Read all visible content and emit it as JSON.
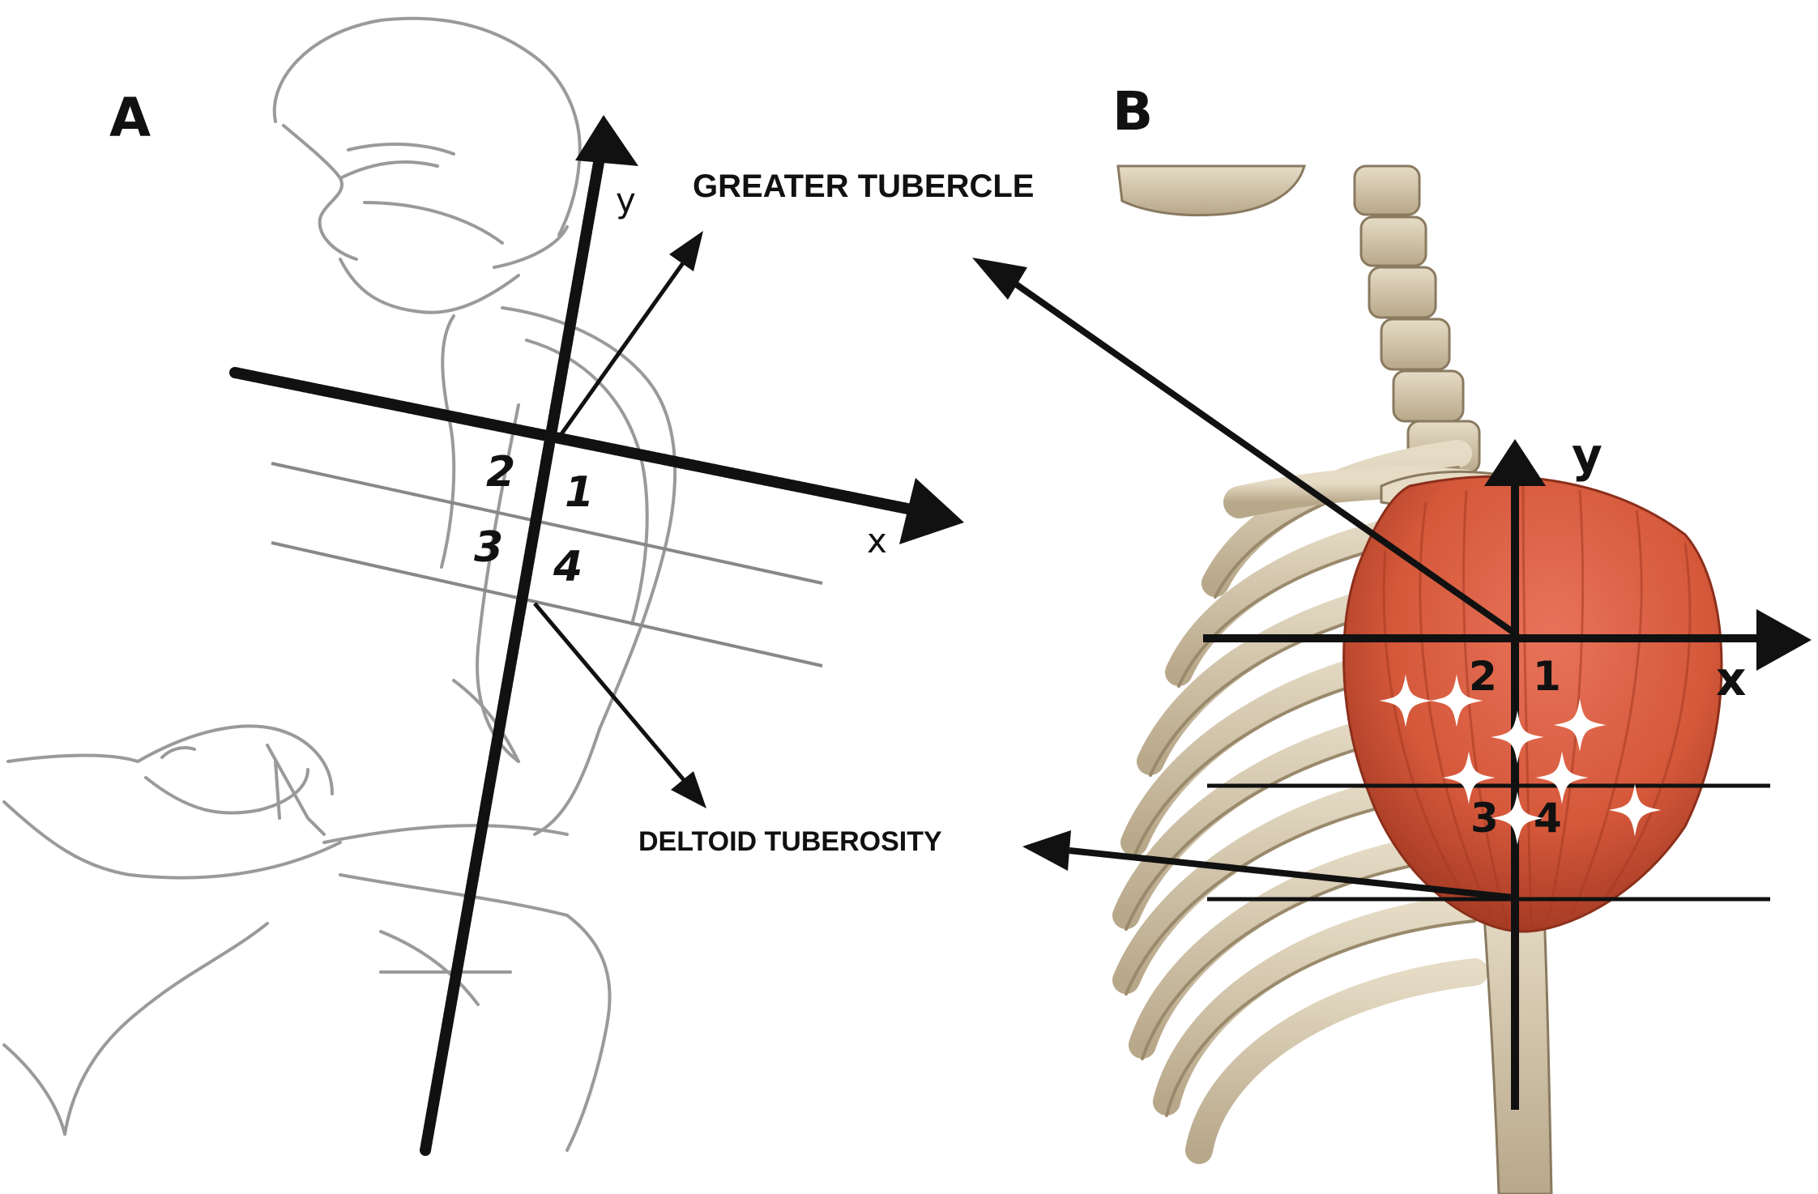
{
  "panels": {
    "a": {
      "letter": "A",
      "axis_x": "x",
      "axis_y": "y",
      "quadrants": [
        "1",
        "2",
        "3",
        "4"
      ]
    },
    "b": {
      "letter": "B",
      "axis_x": "x",
      "axis_y": "y",
      "quadrants": [
        "1",
        "2",
        "3",
        "4"
      ]
    }
  },
  "labels": {
    "greater_tubercle": "GREATER TUBERCLE",
    "deltoid_tuberosity": "DELTOID TUBEROSITY"
  },
  "colors": {
    "line": "#111111",
    "sketch": "#9a9a9a",
    "bone": "#d8cbb3",
    "bone_shadow": "#a8987c",
    "muscle": "#d5583a",
    "muscle_dark": "#a83a22",
    "star": "#ffffff"
  },
  "icons": {
    "injection_point": "four-point-star-icon"
  }
}
